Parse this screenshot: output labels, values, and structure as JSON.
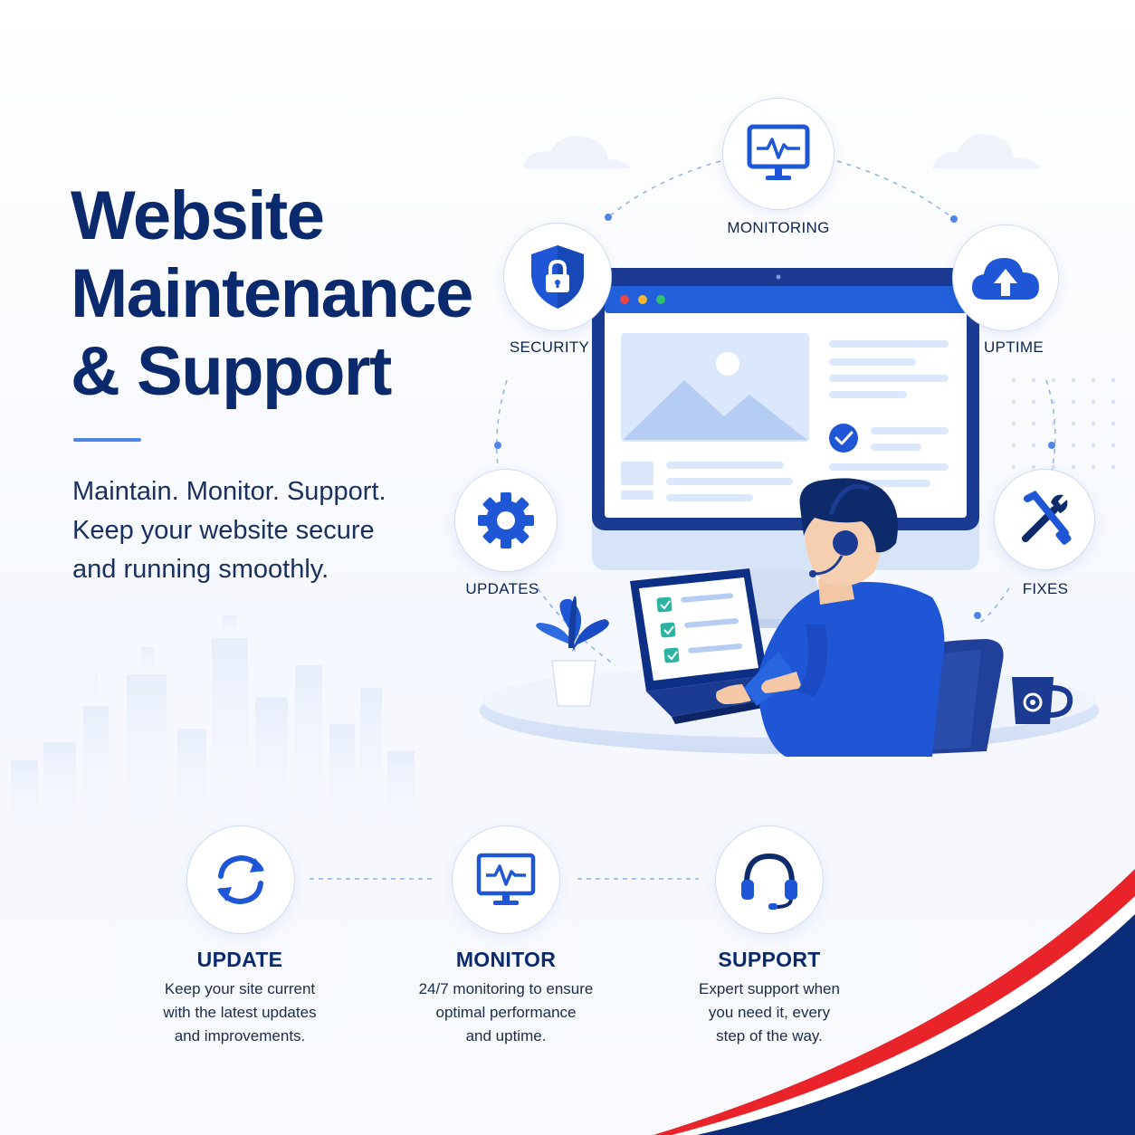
{
  "header": {
    "title_lines": [
      "Website",
      "Maintenance",
      "& Support"
    ],
    "tagline_lines": [
      "Maintain. Monitor. Support.",
      "Keep your website secure",
      "and running smoothly."
    ]
  },
  "orbit_features": [
    {
      "label": "MONITORING",
      "icon": "monitor-pulse-icon"
    },
    {
      "label": "SECURITY",
      "icon": "shield-lock-icon"
    },
    {
      "label": "UPTIME",
      "icon": "cloud-upload-icon"
    },
    {
      "label": "UPDATES",
      "icon": "gear-icon"
    },
    {
      "label": "FIXES",
      "icon": "tools-icon"
    }
  ],
  "bottom_features": [
    {
      "title": "UPDATE",
      "icon": "refresh-icon",
      "desc_lines": [
        "Keep your site current",
        "with the latest updates",
        "and improvements."
      ]
    },
    {
      "title": "MONITOR",
      "icon": "monitor-pulse-icon",
      "desc_lines": [
        "24/7 monitoring to ensure",
        "optimal performance",
        "and uptime."
      ]
    },
    {
      "title": "SUPPORT",
      "icon": "headset-icon",
      "desc_lines": [
        "Expert support when",
        "you need it, every",
        "step of the way."
      ]
    }
  ],
  "colors": {
    "navy": "#0b2a6e",
    "brand_blue": "#1f56d6",
    "light_blue": "#dbe7fb",
    "accent_red": "#e8242a",
    "teal_check": "#2bb3a3"
  }
}
